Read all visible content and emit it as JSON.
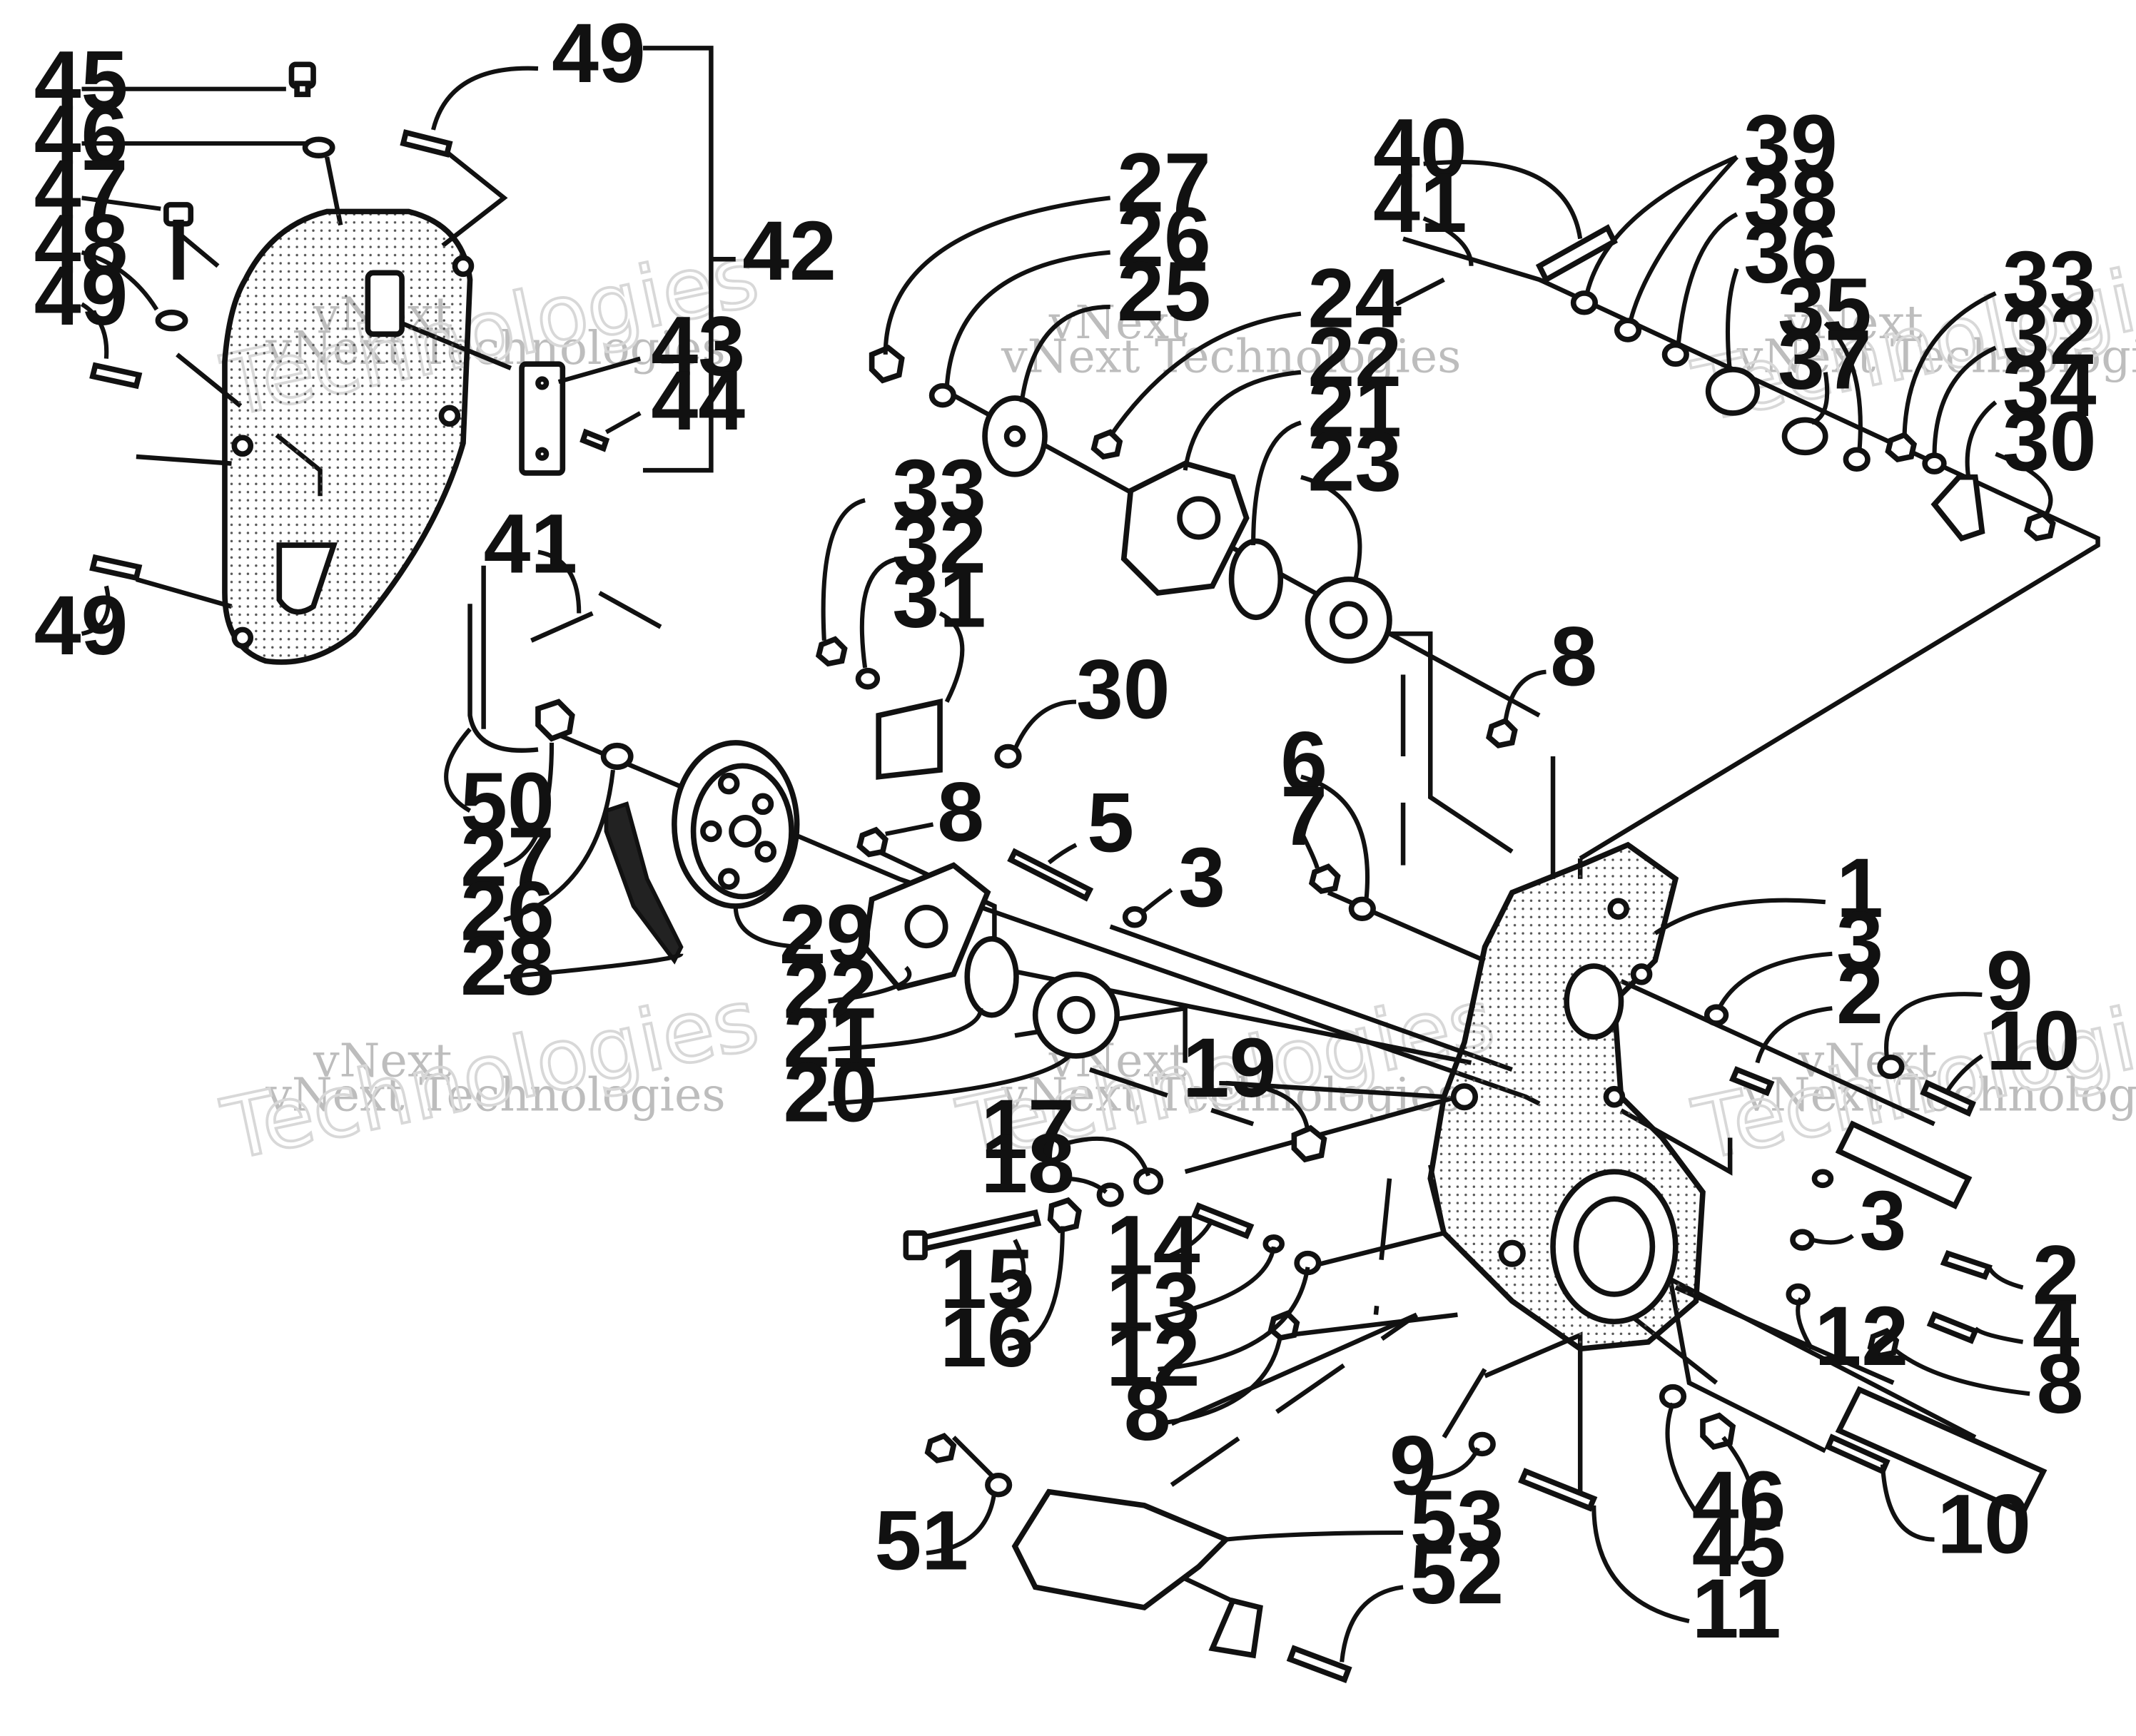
{
  "watermark": {
    "line1": "vNext",
    "line2": "vNext Technologies",
    "line3": "Technologies"
  },
  "callouts": [
    {
      "id": "c45a",
      "text": "45"
    },
    {
      "id": "c46a",
      "text": "46"
    },
    {
      "id": "c47",
      "text": "47"
    },
    {
      "id": "c48",
      "text": "48"
    },
    {
      "id": "c49a",
      "text": "49"
    },
    {
      "id": "c49b",
      "text": "49"
    },
    {
      "id": "c49c",
      "text": "49"
    },
    {
      "id": "c42",
      "text": "42"
    },
    {
      "id": "c43",
      "text": "43"
    },
    {
      "id": "c44",
      "text": "44"
    },
    {
      "id": "c41a",
      "text": "41"
    },
    {
      "id": "c50",
      "text": "50"
    },
    {
      "id": "c27a",
      "text": "27"
    },
    {
      "id": "c26a",
      "text": "26"
    },
    {
      "id": "c28",
      "text": "28"
    },
    {
      "id": "c29",
      "text": "29"
    },
    {
      "id": "c33a",
      "text": "33"
    },
    {
      "id": "c32a",
      "text": "32"
    },
    {
      "id": "c31",
      "text": "31"
    },
    {
      "id": "c30a",
      "text": "30"
    },
    {
      "id": "c8a",
      "text": "8"
    },
    {
      "id": "c22a",
      "text": "22"
    },
    {
      "id": "c21a",
      "text": "21"
    },
    {
      "id": "c20",
      "text": "20"
    },
    {
      "id": "c5",
      "text": "5"
    },
    {
      "id": "c3a",
      "text": "3"
    },
    {
      "id": "c27b",
      "text": "27"
    },
    {
      "id": "c26b",
      "text": "26"
    },
    {
      "id": "c25",
      "text": "25"
    },
    {
      "id": "c24",
      "text": "24"
    },
    {
      "id": "c22b",
      "text": "22"
    },
    {
      "id": "c21b",
      "text": "21"
    },
    {
      "id": "c23",
      "text": "23"
    },
    {
      "id": "c40",
      "text": "40"
    },
    {
      "id": "c41b",
      "text": "41"
    },
    {
      "id": "c39",
      "text": "39"
    },
    {
      "id": "c38",
      "text": "38"
    },
    {
      "id": "c36",
      "text": "36"
    },
    {
      "id": "c35",
      "text": "35"
    },
    {
      "id": "c37",
      "text": "37"
    },
    {
      "id": "c33b",
      "text": "33"
    },
    {
      "id": "c32b",
      "text": "32"
    },
    {
      "id": "c34",
      "text": "34"
    },
    {
      "id": "c30b",
      "text": "30"
    },
    {
      "id": "c8b",
      "text": "8"
    },
    {
      "id": "c6",
      "text": "6"
    },
    {
      "id": "c7",
      "text": "7"
    },
    {
      "id": "c1",
      "text": "1"
    },
    {
      "id": "c3b",
      "text": "3"
    },
    {
      "id": "c2a",
      "text": "2"
    },
    {
      "id": "c9a",
      "text": "9"
    },
    {
      "id": "c10a",
      "text": "10"
    },
    {
      "id": "c19",
      "text": "19"
    },
    {
      "id": "c17",
      "text": "17"
    },
    {
      "id": "c18",
      "text": "18"
    },
    {
      "id": "c14",
      "text": "14"
    },
    {
      "id": "c15",
      "text": "15"
    },
    {
      "id": "c16",
      "text": "16"
    },
    {
      "id": "c13",
      "text": "13"
    },
    {
      "id": "c12a",
      "text": "12"
    },
    {
      "id": "c8c",
      "text": "8"
    },
    {
      "id": "c3c",
      "text": "3"
    },
    {
      "id": "c2b",
      "text": "2"
    },
    {
      "id": "c4",
      "text": "4"
    },
    {
      "id": "c12b",
      "text": "12"
    },
    {
      "id": "c8d",
      "text": "8"
    },
    {
      "id": "c9b",
      "text": "9"
    },
    {
      "id": "c46b",
      "text": "46"
    },
    {
      "id": "c45b",
      "text": "45"
    },
    {
      "id": "c10b",
      "text": "10"
    },
    {
      "id": "c11",
      "text": "11"
    },
    {
      "id": "c51",
      "text": "51"
    },
    {
      "id": "c53",
      "text": "53"
    },
    {
      "id": "c52",
      "text": "52"
    }
  ]
}
